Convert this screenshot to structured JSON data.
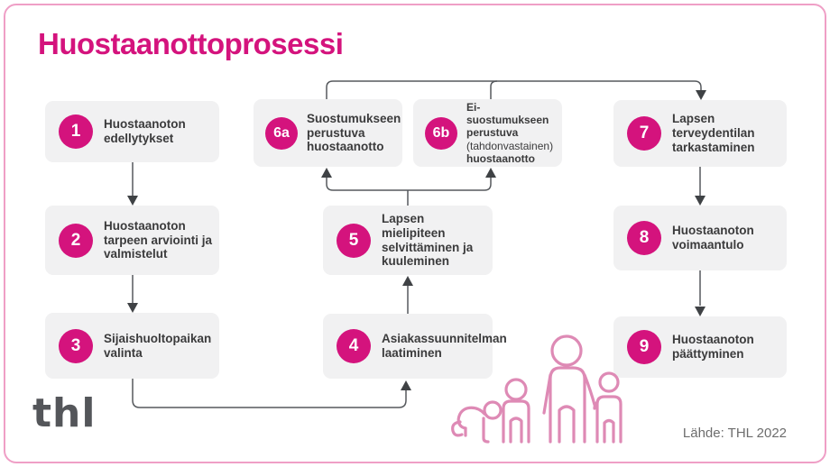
{
  "header": {
    "title": "Huostaanottoprosessi"
  },
  "steps": [
    {
      "number": "1",
      "label": "Huostaanoton edellytykset"
    },
    {
      "number": "2",
      "label": "Huostaanoton tarpeen arviointi ja valmistelut"
    },
    {
      "number": "3",
      "label": "Sijaishuoltopaikan valinta"
    },
    {
      "number": "4",
      "label": "Asiakassuunnitelman laatiminen"
    },
    {
      "number": "5",
      "label": "Lapsen mielipiteen selvittäminen ja kuuleminen"
    },
    {
      "number": "6a",
      "label": "Suostumukseen perustuva huostaanotto"
    },
    {
      "number": "6b",
      "label_bold_1": "Ei-suostumukseen perustuva",
      "label_normal": "(tahdonvastainen)",
      "label_bold_2": "huostaanotto"
    },
    {
      "number": "7",
      "label": "Lapsen terveydentilan tarkastaminen"
    },
    {
      "number": "8",
      "label": "Huostaanoton voimaantulo"
    },
    {
      "number": "9",
      "label": "Huostaanoton päättyminen"
    }
  ],
  "flow": {
    "sequence": "1 → 2 → 3 → 4 → 5 → (6a | 6b) → 7 → 8 → 9"
  },
  "footer": {
    "logo": "thl",
    "source": "Lähde: THL 2022"
  },
  "icons": {
    "family": "family-figures-icon (crawling baby, child, adult, small child)"
  },
  "colors": {
    "magenta": "#d4137d",
    "border_pink": "#ef9fc6",
    "icon_pink": "#de8ab5",
    "box_bg": "#f1f1f2",
    "text_dark": "#3b3b3c",
    "line": "#56595d"
  }
}
